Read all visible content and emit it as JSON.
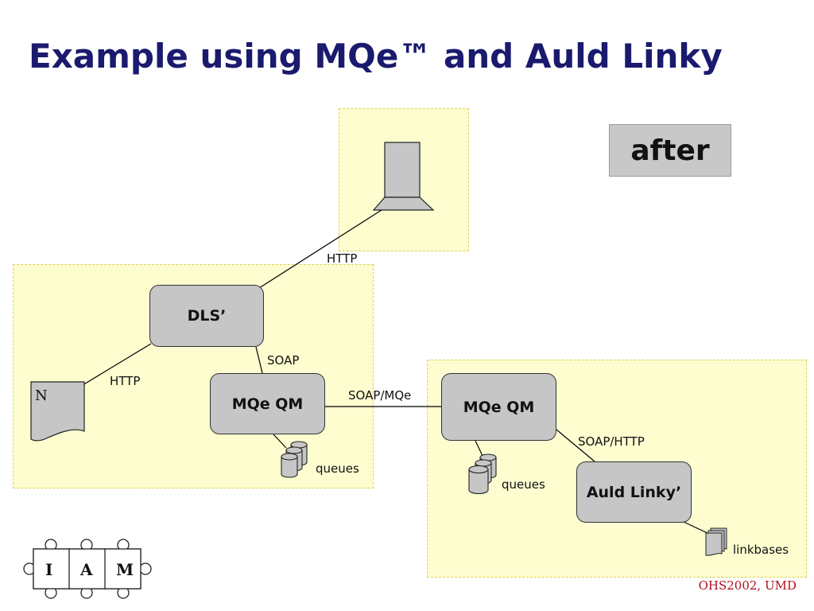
{
  "title": "Example using MQe™ and Auld Linky",
  "state_badge": "after",
  "nodes": {
    "dls": "DLS’",
    "mqe_qm_left": "MQe QM",
    "mqe_qm_right": "MQe QM",
    "auld_linky": "Auld Linky’"
  },
  "edge_labels": {
    "browser_dls": "HTTP",
    "dls_document": "HTTP",
    "dls_mqe": "SOAP",
    "mqe_mqe": "SOAP/MQe",
    "mqe_linky": "SOAP/HTTP"
  },
  "storage_labels": {
    "queues_left": "queues",
    "queues_right": "queues",
    "linkbases": "linkbases"
  },
  "document_mark": "N",
  "logo_letters": [
    "I",
    "A",
    "M"
  ],
  "credit": "OHS2002, UMD"
}
